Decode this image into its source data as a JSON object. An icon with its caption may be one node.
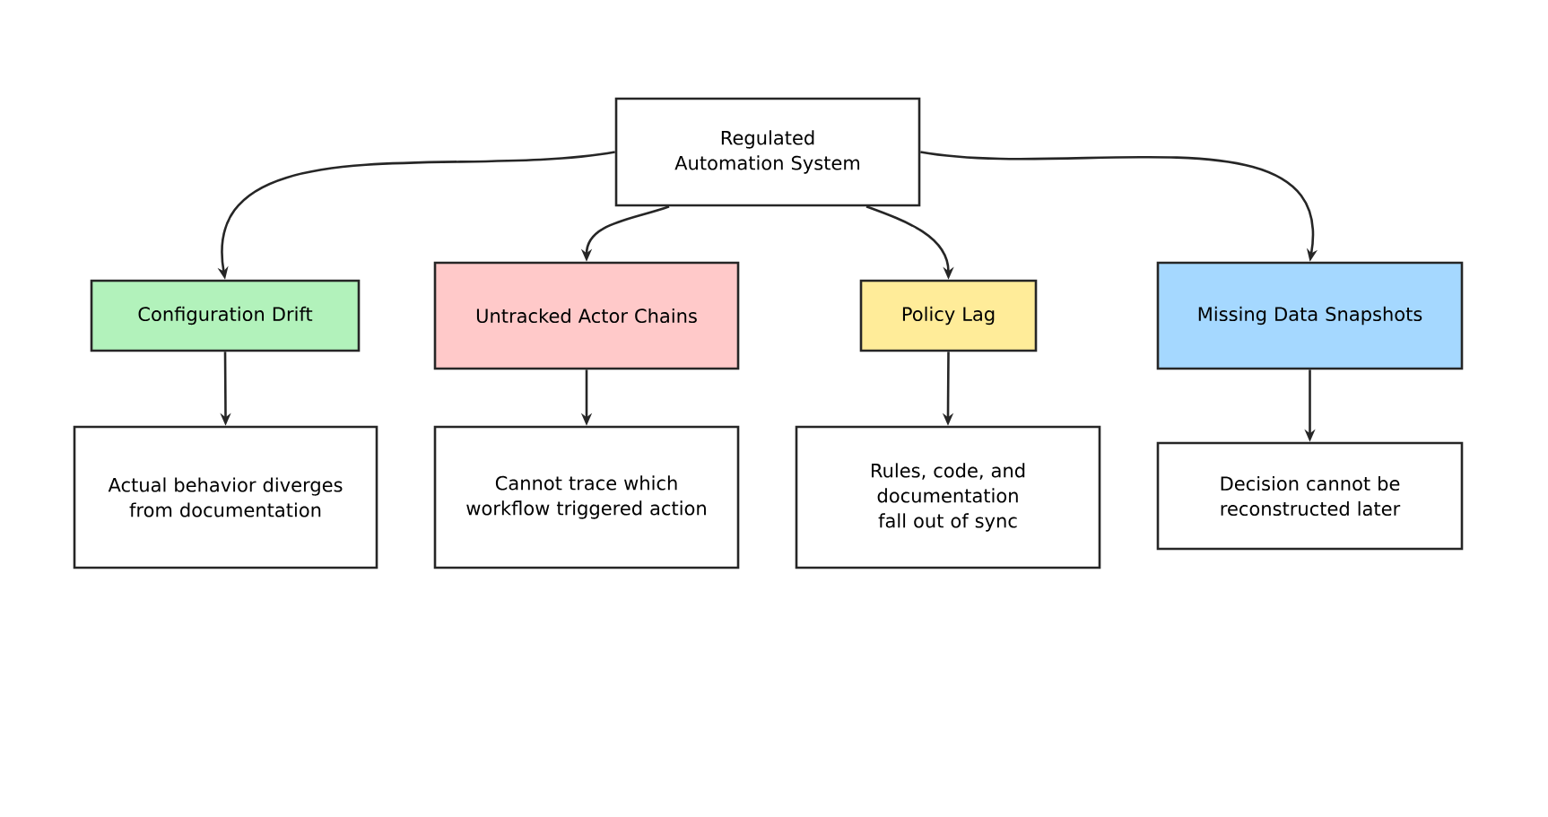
{
  "diagram": {
    "nodes": [
      {
        "text": [
          "Regulated Automation System"
        ]
      },
      {
        "text": [
          "Configuration Drift"
        ]
      },
      {
        "text": [
          "Untracked Actor Chains"
        ]
      },
      {
        "text": [
          "Policy Lag"
        ]
      },
      {
        "text": [
          "Missing Data Snapshots"
        ]
      },
      {
        "text": [
          "Actual behavior diverges from documentation"
        ]
      },
      {
        "text": [
          "Cannot trace which workflow triggered action"
        ]
      },
      {
        "text": [
          "Rules, code, and documentation fall out of sync"
        ]
      },
      {
        "text": [
          "Decision cannot be reconstructed later"
        ]
      }
    ],
    "edges": [
      {
        "from": 0,
        "to": 1,
        "arrow": "to"
      },
      {
        "from": 0,
        "to": 2,
        "arrow": "to"
      },
      {
        "from": 0,
        "to": 3,
        "arrow": "to"
      },
      {
        "from": 0,
        "to": 4,
        "arrow": "to"
      },
      {
        "from": 1,
        "to": 5,
        "arrow": "to"
      },
      {
        "from": 2,
        "to": 6,
        "arrow": "to"
      },
      {
        "from": 3,
        "to": 7,
        "arrow": "to"
      },
      {
        "from": 4,
        "to": 8,
        "arrow": "to"
      }
    ]
  }
}
